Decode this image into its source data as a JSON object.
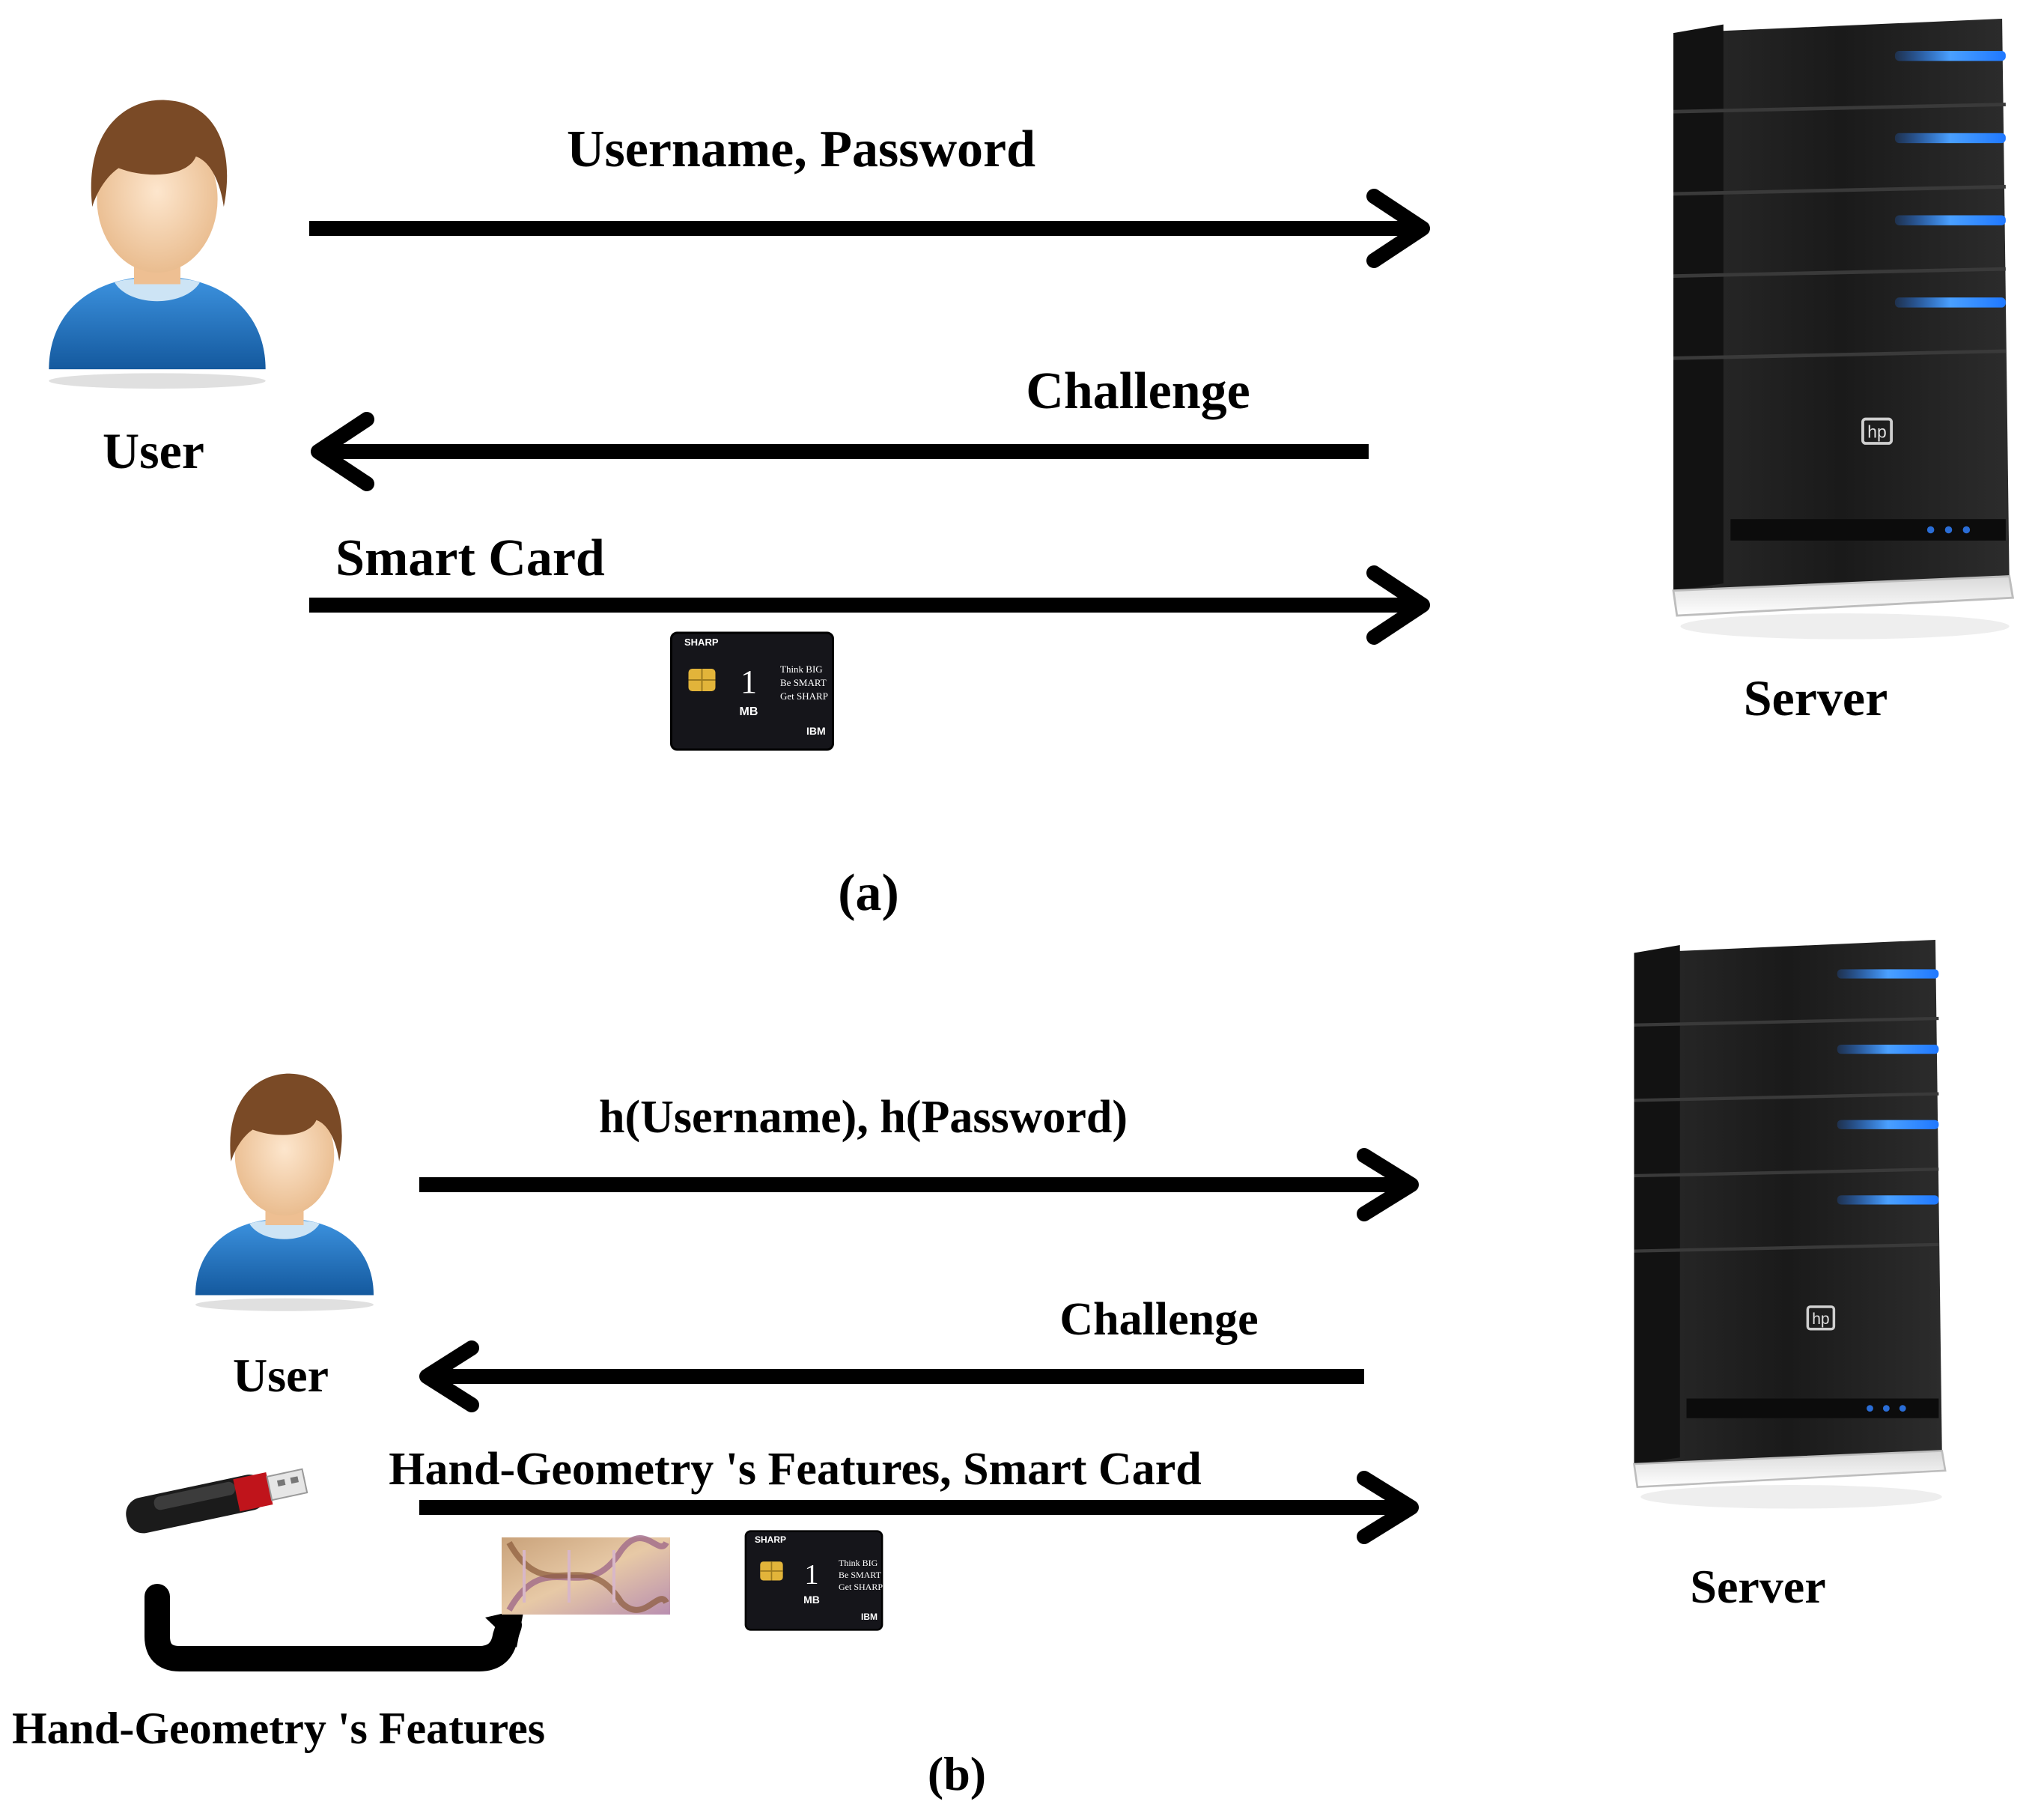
{
  "panel_a": {
    "user_label": "User",
    "server_label": "Server",
    "caption": "(a)",
    "messages": [
      {
        "label": "Username, Password",
        "direction": "to-server"
      },
      {
        "label": "Challenge",
        "direction": "to-user"
      },
      {
        "label": "Smart Card",
        "direction": "to-server"
      }
    ]
  },
  "panel_b": {
    "user_label": "User",
    "server_label": "Server",
    "caption": "(b)",
    "messages": [
      {
        "label": "h(Username), h(Password)",
        "direction": "to-server"
      },
      {
        "label": "Challenge",
        "direction": "to-user"
      },
      {
        "label": "Hand-Geometry 's Features, Smart Card",
        "direction": "to-server"
      }
    ],
    "usb_label": "Hand-Geometry 's Features"
  },
  "smart_card": {
    "brand": "SHARP",
    "capacity": "1",
    "unit": "MB",
    "slogan_lines": [
      "Think BIG",
      "Be SMART",
      "Get SHARP"
    ],
    "vendor": "IBM"
  },
  "colors": {
    "server_led": "#1f78ff",
    "user_shirt": "#1e74c8",
    "user_hair": "#7a4a26",
    "user_skin": "#f5cfa6",
    "arrow": "#000000"
  },
  "icons": [
    "user-avatar-icon",
    "server-tower-icon",
    "smart-card-icon",
    "usb-drive-icon",
    "dna-image-icon"
  ]
}
